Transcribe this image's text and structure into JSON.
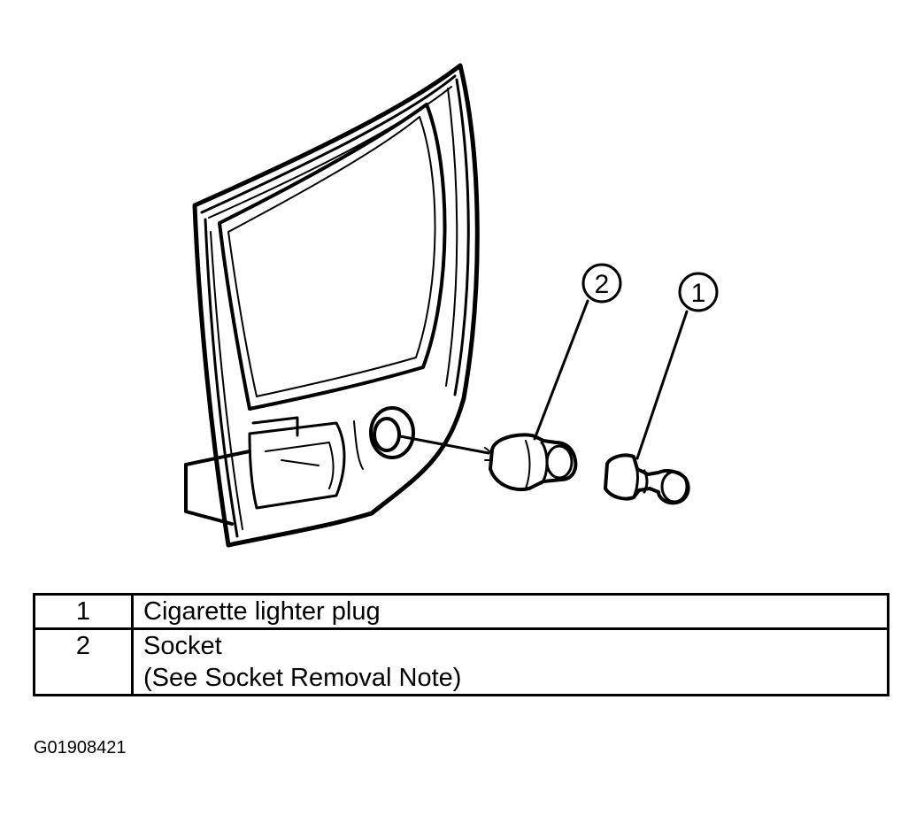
{
  "callouts": [
    {
      "number": "1"
    },
    {
      "number": "2"
    }
  ],
  "legend": [
    {
      "number": "1",
      "lines": [
        "Cigarette lighter plug"
      ]
    },
    {
      "number": "2",
      "lines": [
        "Socket",
        "(See Socket Removal Note)"
      ]
    }
  ],
  "figure_id": "G01908421"
}
